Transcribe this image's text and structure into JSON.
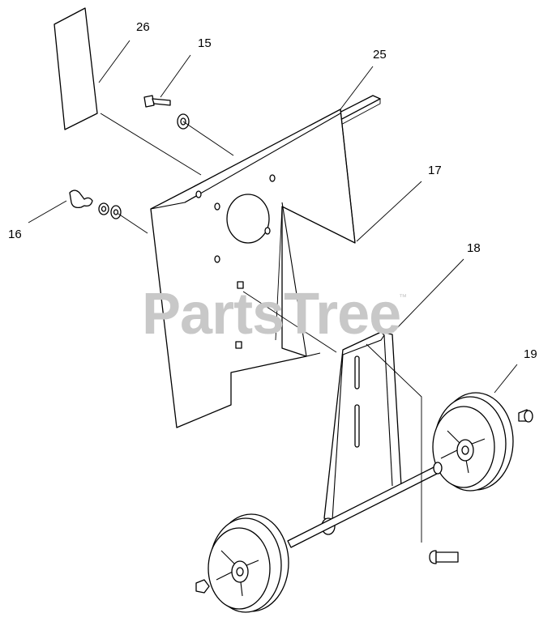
{
  "watermark": {
    "text": "PartsTree",
    "trademark": "™"
  },
  "callouts": [
    {
      "id": "c26",
      "label": "26"
    },
    {
      "id": "c15",
      "label": "15"
    },
    {
      "id": "c25",
      "label": "25"
    },
    {
      "id": "c17",
      "label": "17"
    },
    {
      "id": "c16",
      "label": "16"
    },
    {
      "id": "c18",
      "label": "18"
    },
    {
      "id": "c19",
      "label": "19"
    }
  ],
  "colors": {
    "line": "#000000",
    "watermark": "#c8c8c8",
    "background": "#ffffff"
  }
}
